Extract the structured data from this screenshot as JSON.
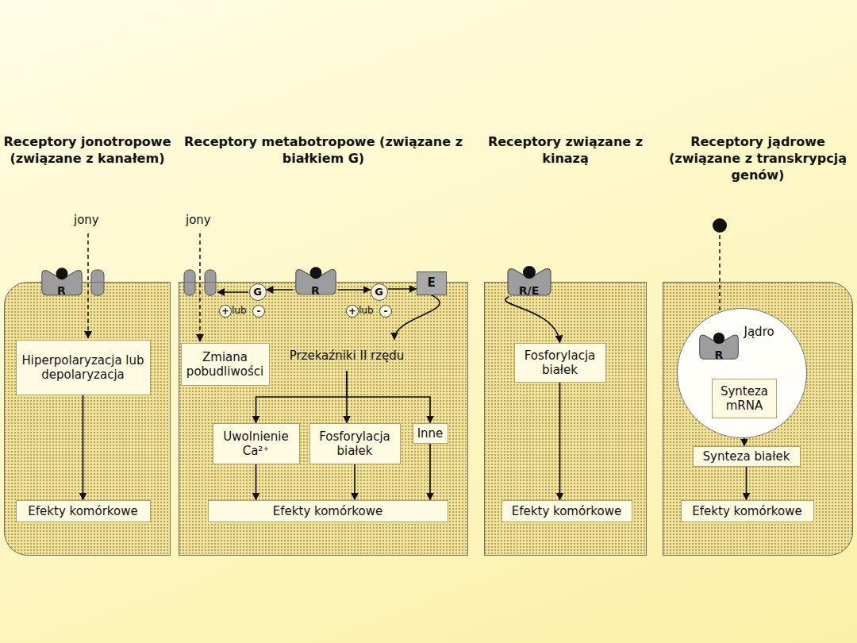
{
  "diagram": {
    "nodes": [
      {
        "text": [
          "Receptory jonotropowe (związane z kanałem)"
        ]
      },
      {
        "text": [
          "R"
        ],
        "in": 0
      },
      {
        "text": [
          "Hiperpolaryzacja lub depolaryzacja"
        ],
        "in": 0
      },
      {
        "text": [
          "Efekty komórkowe"
        ],
        "in": 0
      },
      {
        "text": [
          "Receptory metabotropowe (związane z białkiem G)"
        ]
      },
      {
        "text": [
          "R"
        ],
        "in": 4
      },
      {
        "text": [
          "G"
        ],
        "in": 4
      },
      {
        "text": [
          "G"
        ],
        "in": 4
      },
      {
        "text": [
          "E"
        ],
        "in": 4
      },
      {
        "text": [
          "Zmiana pobudliwości"
        ],
        "in": 4
      },
      {
        "text": [
          "Przekaźniki II rzędu"
        ],
        "in": 4
      },
      {
        "text": [
          "Uwolnienie Ca²⁺"
        ],
        "in": 4
      },
      {
        "text": [
          "Fosforylacja białek"
        ],
        "in": 4
      },
      {
        "text": [
          "Inne"
        ],
        "in": 4
      },
      {
        "text": [
          "Efekty komórkowe"
        ],
        "in": 4
      },
      {
        "text": [
          "Receptory związane z kinazą"
        ]
      },
      {
        "text": [
          "R/E"
        ],
        "in": 15
      },
      {
        "text": [
          "Fosforylacja białek"
        ],
        "in": 15
      },
      {
        "text": [
          "Efekty komórkowe"
        ],
        "in": 15
      },
      {
        "text": [
          "Receptory jądrowe (związane z transkrypcją genów)"
        ]
      },
      {
        "text": [
          "Jądro"
        ],
        "in": 19
      },
      {
        "text": [
          "R"
        ],
        "in": 20
      },
      {
        "text": [
          "Synteza mRNA"
        ],
        "in": 20
      },
      {
        "text": [
          "Synteza białek"
        ],
        "in": 19
      },
      {
        "text": [
          "Efekty komórkowe"
        ],
        "in": 19
      }
    ],
    "edges": [
      {
        "from": 5,
        "to": 6,
        "arrow": "to"
      },
      {
        "from": 5,
        "to": 7,
        "arrow": "to"
      },
      {
        "from": 7,
        "to": 8,
        "arrow": "to"
      },
      {
        "from": 8,
        "to": 10,
        "arrow": "to"
      },
      {
        "from": 10,
        "to": 11,
        "arrow": "to"
      },
      {
        "from": 10,
        "to": 12,
        "arrow": "to"
      },
      {
        "from": 10,
        "to": 13,
        "arrow": "to"
      },
      {
        "from": 11,
        "to": 14,
        "arrow": "to"
      },
      {
        "from": 12,
        "to": 14,
        "arrow": "to"
      },
      {
        "from": 13,
        "to": 14,
        "arrow": "to"
      },
      {
        "from": 2,
        "to": 3,
        "arrow": "to"
      },
      {
        "from": 16,
        "to": 17,
        "arrow": "to"
      },
      {
        "from": 17,
        "to": 18,
        "arrow": "to"
      },
      {
        "from": 21,
        "to": 22,
        "arrow": "to"
      },
      {
        "from": 22,
        "to": 23,
        "arrow": "to"
      },
      {
        "from": 23,
        "to": 24,
        "arrow": "to"
      }
    ],
    "labels": [
      "jony",
      "jony",
      "+",
      "lub",
      "-",
      "+",
      "lub",
      "-"
    ]
  }
}
